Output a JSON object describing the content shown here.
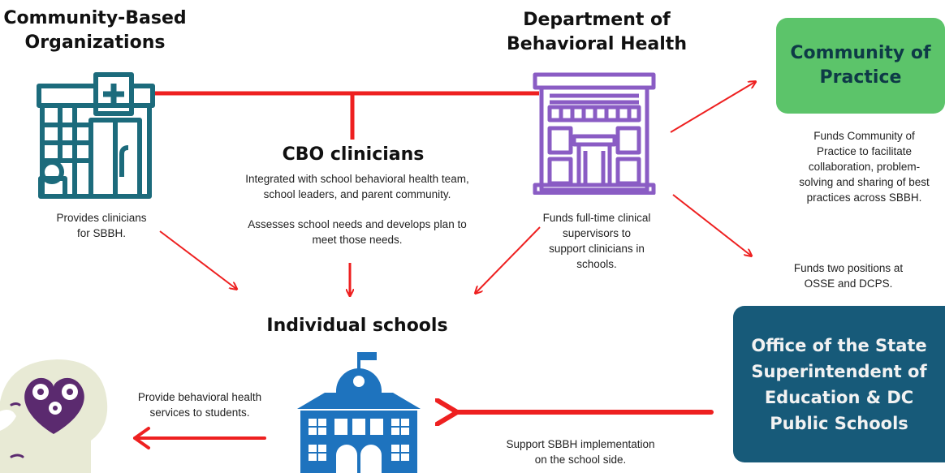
{
  "cbo": {
    "title_line1": "Community-Based",
    "title_line2": "Organizations",
    "desc_line1": "Provides clinicians",
    "desc_line2": "for SBBH."
  },
  "dbh": {
    "title_line1": "Department of",
    "title_line2": "Behavioral Health",
    "desc_line1": "Funds full-time clinical",
    "desc_line2": "supervisors to",
    "desc_line3": "support clinicians in",
    "desc_line4": "schools."
  },
  "cbo_clinicians": {
    "title": "CBO clinicians",
    "desc1_line1": "Integrated with school behavioral health team,",
    "desc1_line2": "school leaders, and parent community.",
    "desc2_line1": "Assesses school needs and develops plan to",
    "desc2_line2": "meet those needs."
  },
  "community_of_practice": {
    "title_line1": "Community of",
    "title_line2": "Practice",
    "desc_line1": "Funds Community of",
    "desc_line2": "Practice to facilitate",
    "desc_line3": "collaboration, problem-",
    "desc_line4": "solving and sharing of best",
    "desc_line5": "practices across SBBH."
  },
  "positions": {
    "desc_line1": "Funds two positions at",
    "desc_line2": "OSSE and DCPS."
  },
  "osse": {
    "title_line1": "Office of the State",
    "title_line2": "Superintendent of",
    "title_line3": "Education & DC",
    "title_line4": "Public Schools",
    "desc_line1": "Support SBBH implementation",
    "desc_line2": "on the school side."
  },
  "schools": {
    "title": "Individual schools"
  },
  "students": {
    "desc_line1": "Provide behavioral health",
    "desc_line2": "services to students."
  },
  "colors": {
    "arrow": "#ee2020",
    "clinic_icon": "#1c6b7c",
    "dbh_icon": "#8a5cc4",
    "school_icon": "#1e73be",
    "cop_box": "#5cc46a",
    "osse_box": "#175a79",
    "head_skin": "#e8ead5",
    "brain_purple": "#5b2a6f"
  }
}
